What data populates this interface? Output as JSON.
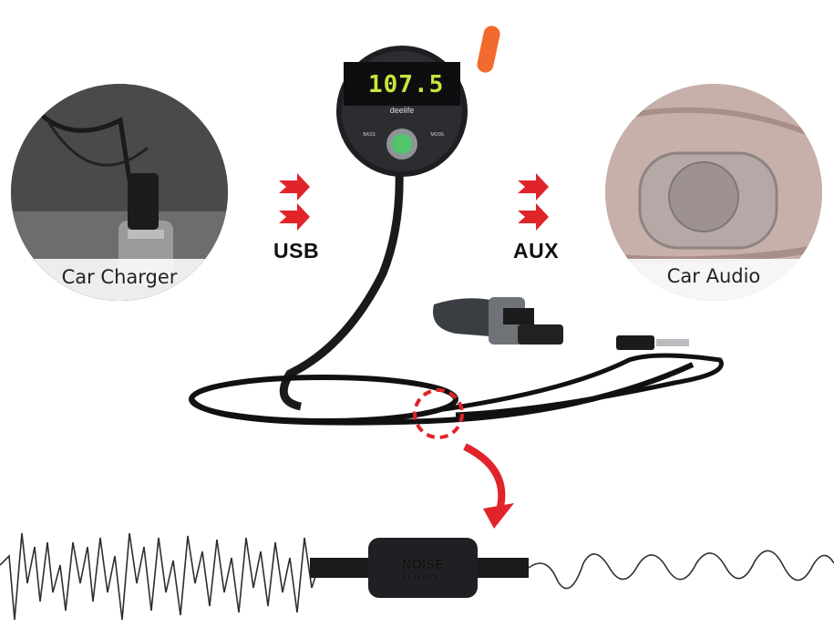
{
  "labels": {
    "car_charger": "Car Charger",
    "car_audio": "Car Audio",
    "usb": "USB",
    "aux": "AUX"
  },
  "device": {
    "frequency": "107.5",
    "brand": "deelife",
    "button_left": "BASS",
    "button_right": "MODE"
  },
  "filter": {
    "line1": "NOISE",
    "line2": "FLTERING"
  },
  "colors": {
    "arrow_red": "#e0242a",
    "display_green": "#c8e63c",
    "accent_orange": "#f26a2e",
    "cable_black": "#111111"
  }
}
